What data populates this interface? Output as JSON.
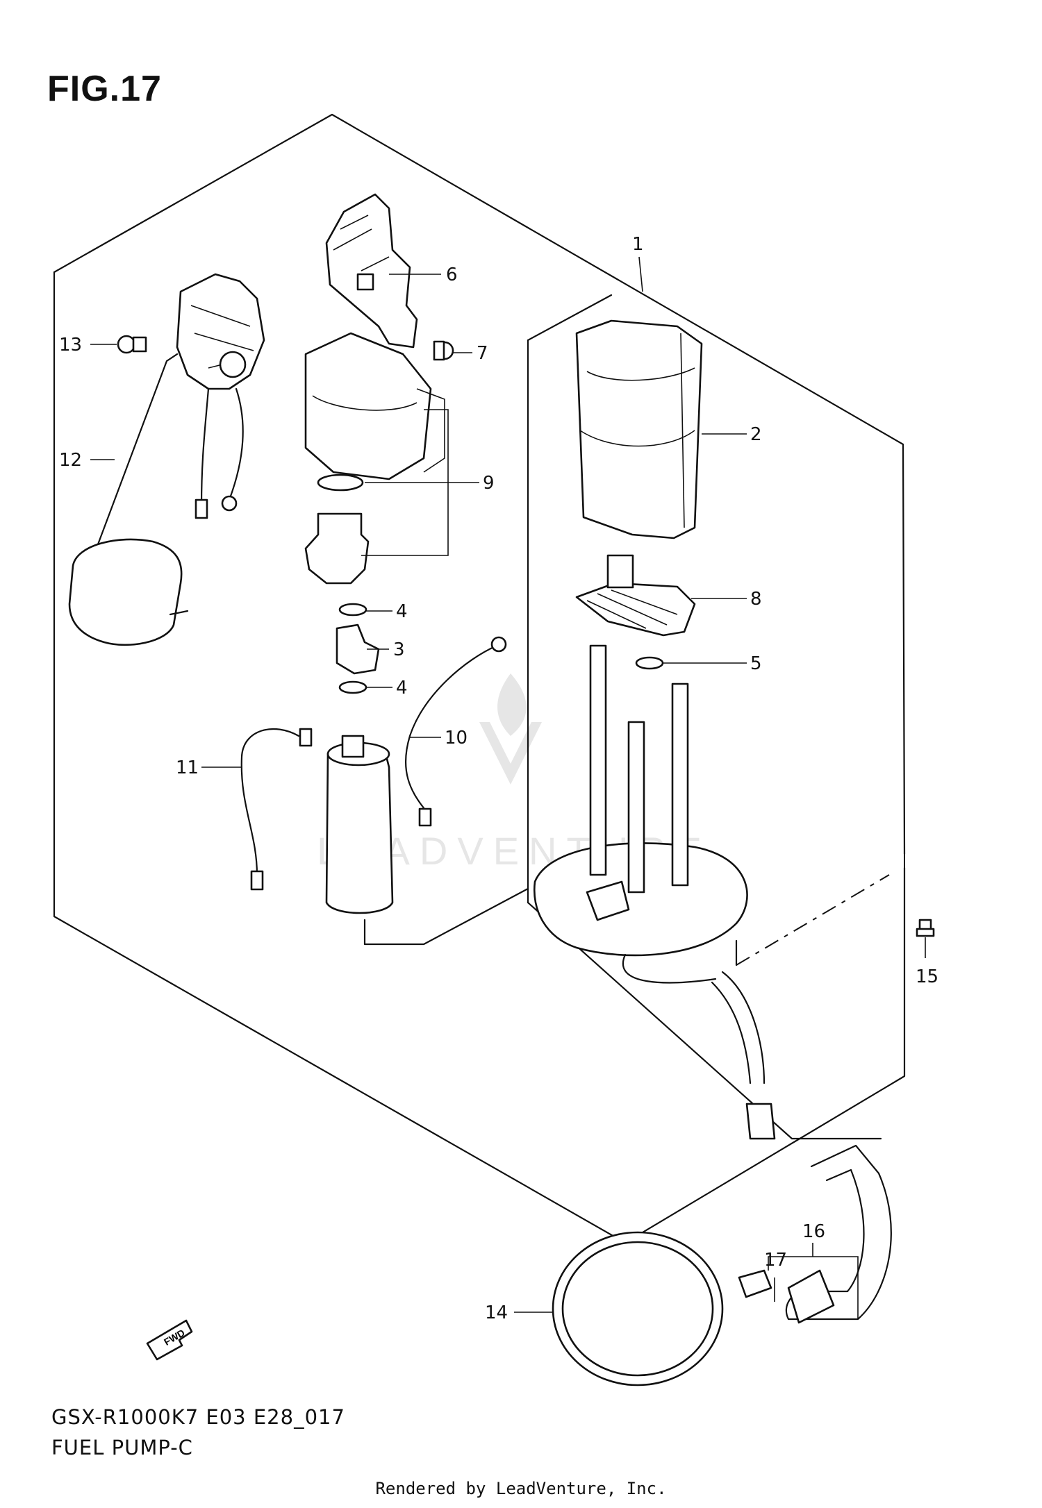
{
  "figure": {
    "title": "FIG.17"
  },
  "watermark": {
    "text": "LEADVENTURE"
  },
  "fwd_arrow": {
    "label": "FWD"
  },
  "callouts": [
    {
      "id": "1",
      "label": "1"
    },
    {
      "id": "2",
      "label": "2"
    },
    {
      "id": "3",
      "label": "3"
    },
    {
      "id": "4a",
      "label": "4"
    },
    {
      "id": "4b",
      "label": "4"
    },
    {
      "id": "5",
      "label": "5"
    },
    {
      "id": "6",
      "label": "6"
    },
    {
      "id": "7",
      "label": "7"
    },
    {
      "id": "8",
      "label": "8"
    },
    {
      "id": "9",
      "label": "9"
    },
    {
      "id": "10",
      "label": "10"
    },
    {
      "id": "11",
      "label": "11"
    },
    {
      "id": "12",
      "label": "12"
    },
    {
      "id": "13",
      "label": "13"
    },
    {
      "id": "14",
      "label": "14"
    },
    {
      "id": "15",
      "label": "15"
    },
    {
      "id": "16",
      "label": "16"
    },
    {
      "id": "17",
      "label": "17"
    }
  ],
  "footer": {
    "model_code": "GSX-R1000K7 E03 E28_017",
    "section_name": "FUEL PUMP-C",
    "credit": "Rendered by LeadVenture, Inc."
  }
}
